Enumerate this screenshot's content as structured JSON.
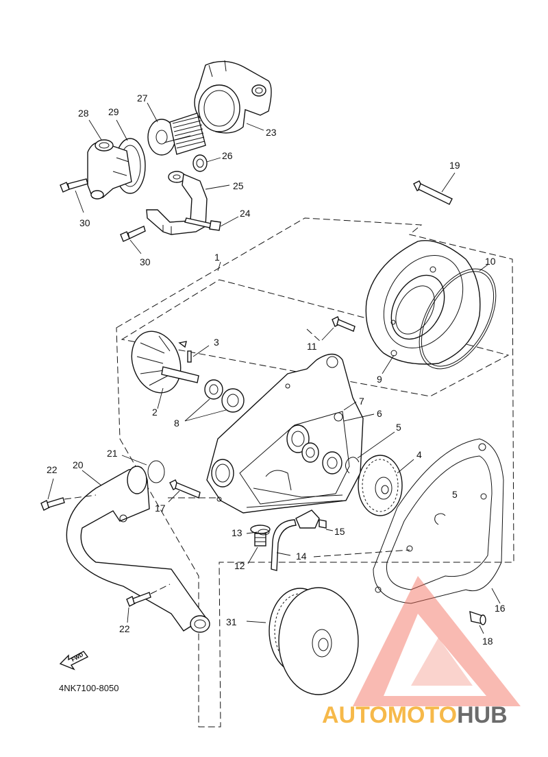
{
  "diagram_code": "4NK7100-8050",
  "fwd_label": "FWD",
  "watermark": {
    "part1": "AUTOMOTO",
    "part2": "HUB",
    "color_primary": "#f26c5a",
    "color_secondary": "#f6b94a",
    "color_dark": "#555555"
  },
  "labels": {
    "p1": "1",
    "p2": "2",
    "p3": "3",
    "p4": "4",
    "p5a": "5",
    "p5b": "5",
    "p6": "6",
    "p7": "7",
    "p8": "8",
    "p9": "9",
    "p10": "10",
    "p11": "11",
    "p12": "12",
    "p13": "13",
    "p14": "14",
    "p15": "15",
    "p16": "16",
    "p17": "17",
    "p18": "18",
    "p19": "19",
    "p20": "20",
    "p21": "21",
    "p22a": "22",
    "p22b": "22",
    "p23": "23",
    "p24": "24",
    "p25": "25",
    "p26": "26",
    "p27": "27",
    "p28": "28",
    "p29": "29",
    "p30a": "30",
    "p30b": "30",
    "p31": "31"
  }
}
